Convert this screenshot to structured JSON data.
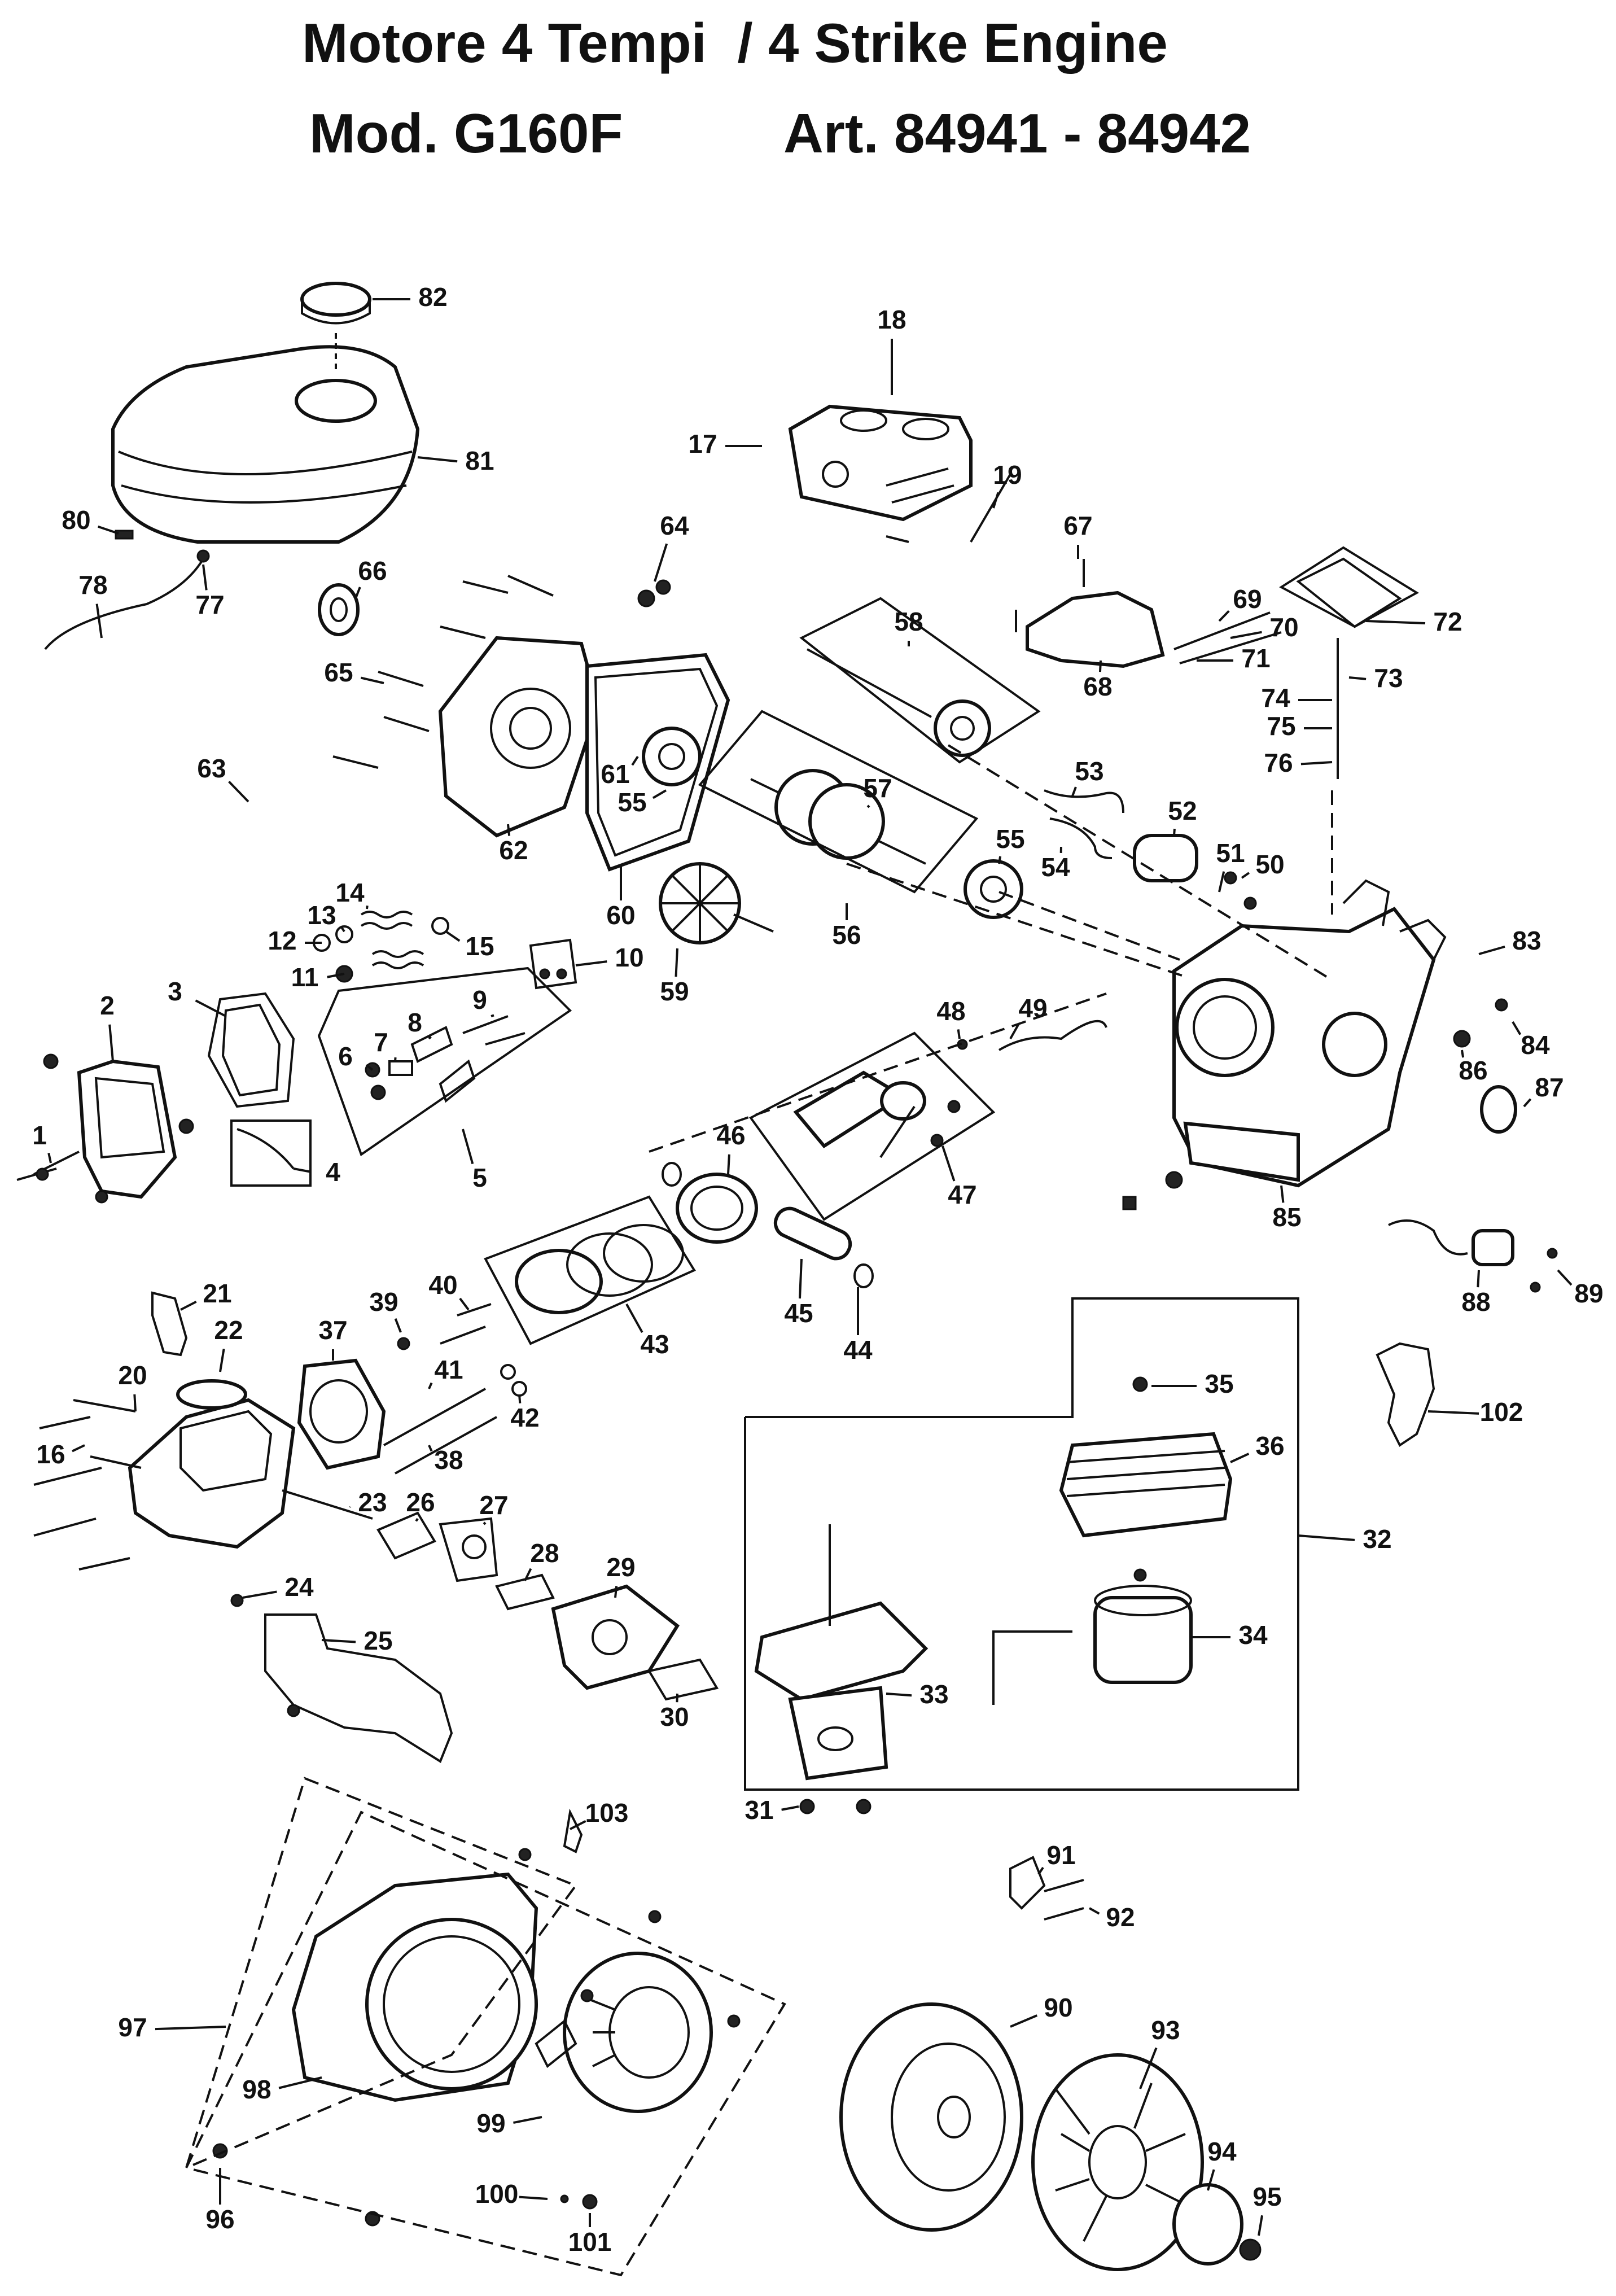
{
  "header": {
    "title_line": "Motore 4 Tempi  / 4 Strike Engine",
    "model": "Mod. G160F",
    "article": "Art. 84941 - 84942"
  },
  "diagram": {
    "type": "exploded-parts-diagram",
    "callouts": [
      "1",
      "2",
      "3",
      "4",
      "5",
      "6",
      "7",
      "8",
      "9",
      "10",
      "11",
      "12",
      "13",
      "14",
      "15",
      "16",
      "17",
      "18",
      "19",
      "20",
      "21",
      "22",
      "23",
      "24",
      "25",
      "26",
      "27",
      "28",
      "29",
      "30",
      "31",
      "32",
      "33",
      "34",
      "35",
      "36",
      "37",
      "38",
      "39",
      "40",
      "41",
      "42",
      "43",
      "44",
      "45",
      "46",
      "47",
      "48",
      "49",
      "50",
      "51",
      "52",
      "53",
      "54",
      "55",
      "55",
      "56",
      "57",
      "58",
      "59",
      "60",
      "61",
      "62",
      "63",
      "64",
      "65",
      "66",
      "67",
      "68",
      "69",
      "70",
      "71",
      "72",
      "73",
      "74",
      "75",
      "76",
      "77",
      "78",
      "80",
      "81",
      "82",
      "83",
      "84",
      "85",
      "86",
      "87",
      "88",
      "89",
      "90",
      "91",
      "92",
      "93",
      "94",
      "95",
      "96",
      "97",
      "98",
      "99",
      "100",
      "101",
      "102",
      "103"
    ]
  }
}
